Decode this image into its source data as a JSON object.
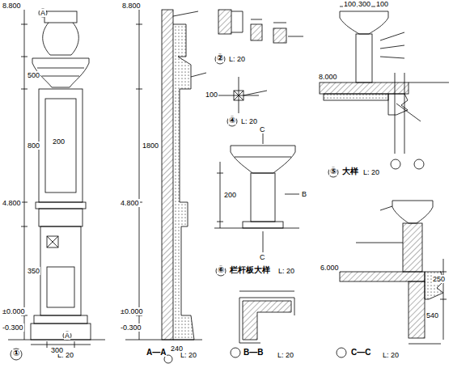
{
  "diagram": {
    "labels": [
      "8.800",
      "A",
      "A",
      "8.800",
      "4.800",
      "4.800",
      "±0.000",
      "-0.300",
      "±0.000",
      "-0.300",
      "①",
      "L: 20",
      "A—A",
      "L: 20",
      "②",
      "L: 20",
      "④",
      "L: 20",
      "⑥",
      "栏杆板大样",
      "L: 20",
      "B—B",
      "L: 20",
      "⑤",
      "大样",
      "L: 20",
      "C—C",
      "L: 20",
      "C",
      "C",
      "B",
      "300",
      "200",
      "240",
      "100",
      "300",
      "100",
      "8.000",
      "6.000",
      "800",
      "500",
      "350",
      "250",
      "540",
      "200",
      "100",
      "1800"
    ]
  }
}
